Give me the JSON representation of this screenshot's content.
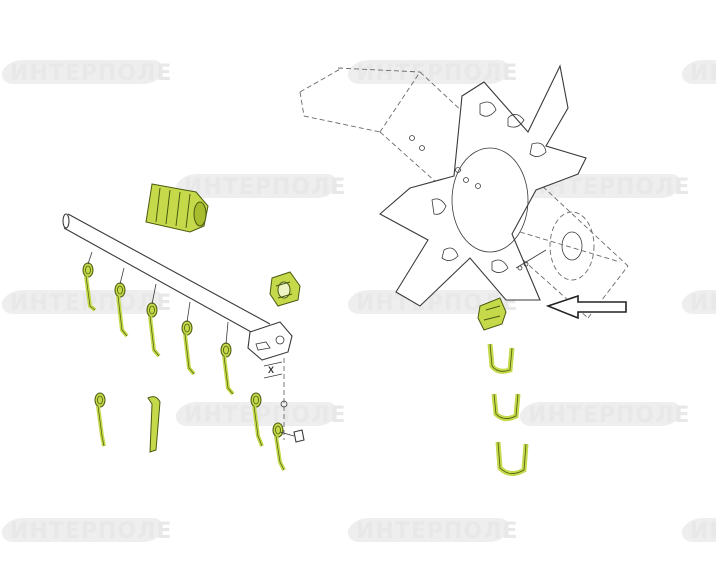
{
  "watermark": {
    "text": "ИНТЕРПОЛЕ",
    "color": "#e6e6e6"
  },
  "diagram": {
    "highlight_color": "#c5d94a",
    "line_color": "#3a3a3a",
    "dimension_label": "X",
    "arrow_direction": "left"
  }
}
